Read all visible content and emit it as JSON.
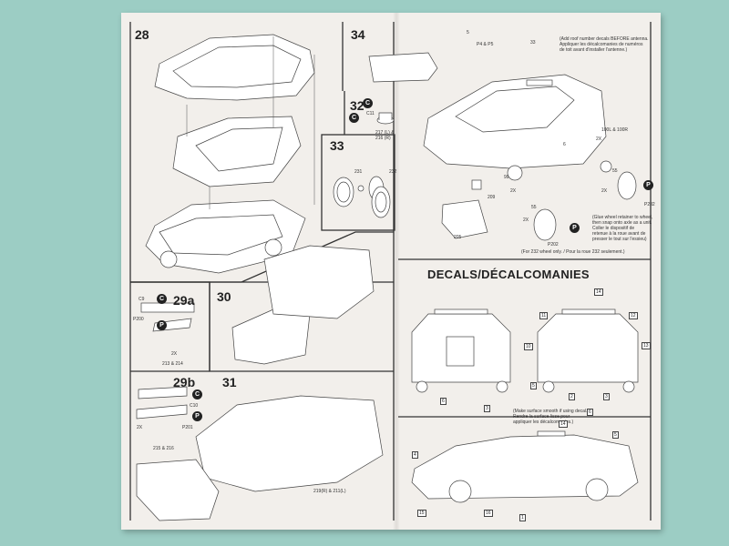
{
  "steps": {
    "s28": "28",
    "s34": "34",
    "s32": "32",
    "s33": "33",
    "s29a": "29a",
    "s30": "30",
    "s29b": "29b",
    "s31": "31"
  },
  "markers": {
    "c": "C",
    "p": "P"
  },
  "labels": {
    "c9": "C9",
    "p200": "P200",
    "c10": "C10",
    "p201": "P201",
    "c11": "C11",
    "p4p5": "P4 & P5",
    "p202a": "P202",
    "p202b": "P202",
    "part217": "217 (L) &\n216 (R)",
    "part213": "213 & 214",
    "part215": "215 & 216",
    "part231": "231",
    "part232": "232",
    "part209": "209",
    "part205": "205",
    "part219": "219(R) & 211(L)",
    "part99": "99",
    "part55a": "55",
    "part55b": "55",
    "part100": "100L & 100R",
    "part33": "33",
    "part6": "6",
    "part5": "5",
    "x2a": "2X",
    "x2b": "2X",
    "x2c": "2X",
    "x2d": "2X",
    "x2e": "2X",
    "x2f": "2X"
  },
  "notes": {
    "antenna": "(Add roof number decals BEFORE antenna.\nAppliquer les décalcomanies de numéros\nde toit avant d'installer l'antenne.)",
    "glue_wheel": "(Glue wheel retainer to wheel,\nthen snap onto axle as a unit.\nColler le dispositif de\nretenue à la roue avant de\npresser le tout sur l'essieu)",
    "wheel232": "(For 232 wheel only. / Pour la roue 232 seulement.)",
    "smooth": "(Make surface smooth if using decal.\nRendre la surface lisse pour\nappliquer les décalcomanies.)"
  },
  "decals_heading": "DECALS/DÉCALCOMANIES",
  "decals": {
    "d1": "1",
    "d2": "2",
    "d3": "3",
    "d4": "4",
    "d5": "5",
    "d6": "6",
    "d10": "10",
    "d11": "11",
    "d12": "12",
    "d13": "13",
    "d14a": "14",
    "d14b": "14",
    "d15": "15",
    "d16": "16",
    "d6b": "6",
    "d3b": "3",
    "d5b": "5"
  }
}
